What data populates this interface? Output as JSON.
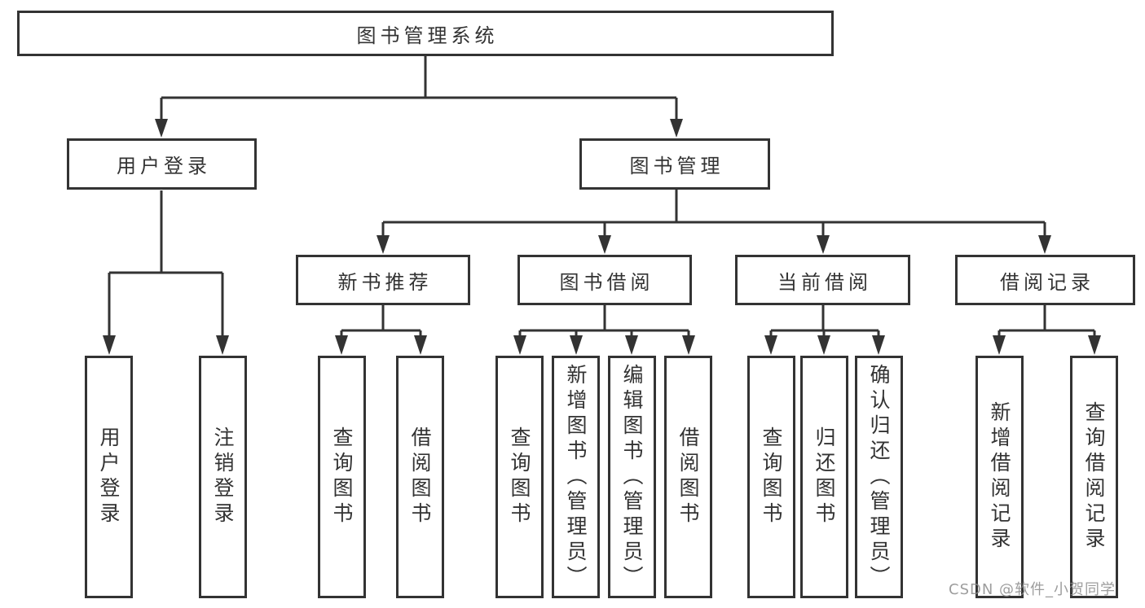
{
  "diagram": {
    "root": {
      "label": "图书管理系统"
    },
    "level2": {
      "user_login": "用户登录",
      "book_mgmt": "图书管理"
    },
    "level3": {
      "new_book_rec": "新书推荐",
      "book_borrow": "图书借阅",
      "current_borrow": "当前借阅",
      "borrow_records": "借阅记录"
    },
    "leaves": {
      "user_login": "用户登录",
      "logout": "注销登录",
      "new_query_books": "查询图书",
      "new_borrow_books": "借阅图书",
      "borrow_query_books": "查询图书",
      "borrow_add_books": "新增图书（管理员）",
      "borrow_edit_books": "编辑图书（管理员）",
      "borrow_borrow_books": "借阅图书",
      "current_query_books": "查询图书",
      "current_return_books": "归还图书",
      "current_confirm_return": "确认归还（管理员）",
      "records_add_record": "新增借阅记录",
      "records_query_record": "查询借阅记录"
    }
  },
  "watermark": {
    "text": "CSDN @软件_小贺同学"
  },
  "colors": {
    "line": "#333333",
    "text": "#333333",
    "background": "#ffffff",
    "watermark": "#8c8c8c"
  }
}
